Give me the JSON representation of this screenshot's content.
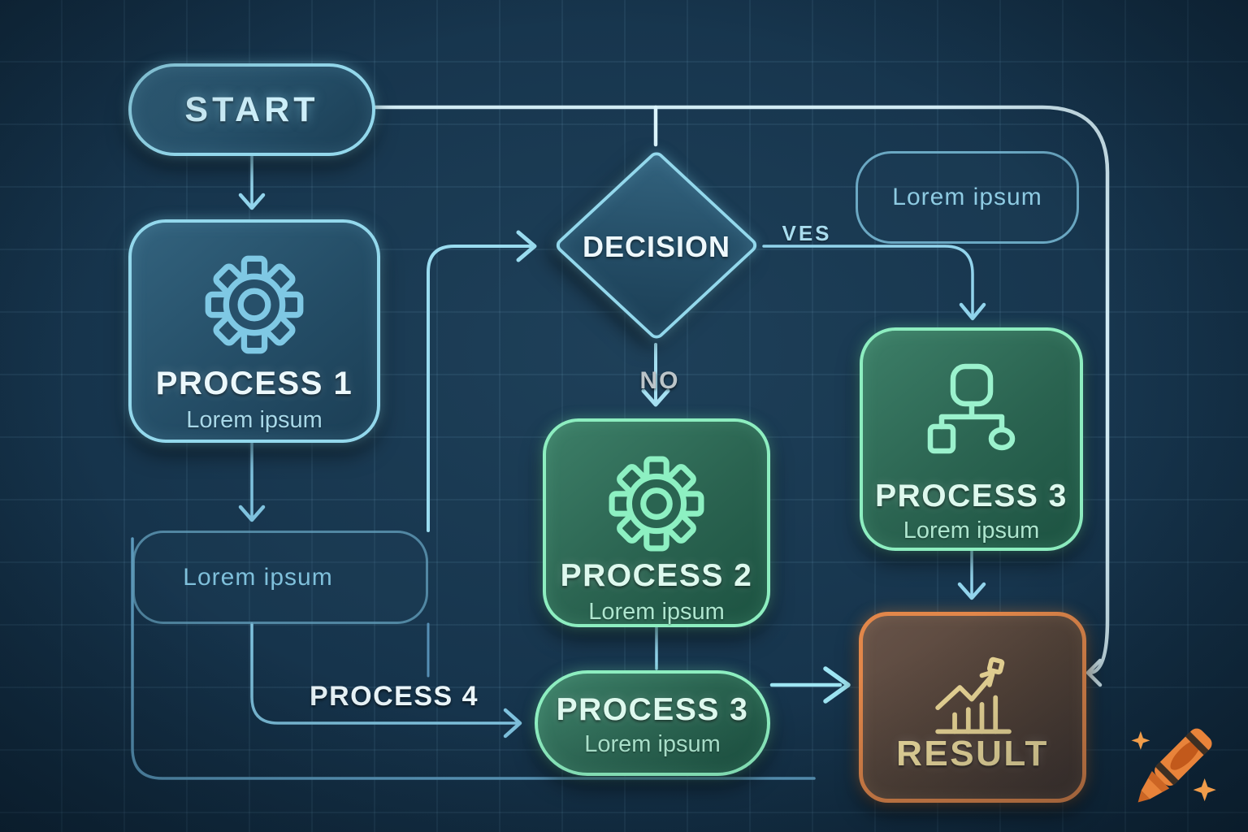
{
  "diagram": {
    "style": "dark blueprint flowchart",
    "colors": {
      "background": "#16344c",
      "accent_blue": "#93d8ec",
      "accent_green": "#8deec0",
      "accent_orange": "#e2874a",
      "connector": "#92d4ec",
      "connector_bright": "#dbf4fc",
      "result_text": "#f6e3a2"
    }
  },
  "nodes": {
    "start": {
      "label": "START"
    },
    "process1": {
      "title": "PROCESS 1",
      "subtitle": "Lorem ipsum",
      "icon": "gear-icon"
    },
    "decision": {
      "label": "DECISION"
    },
    "note_top_right": {
      "label": "Lorem ipsum"
    },
    "note_left": {
      "label": "Lorem ipsum"
    },
    "process2": {
      "title": "PROCESS 2",
      "subtitle": "Lorem ipsum",
      "icon": "gear-icon"
    },
    "process3_right": {
      "title": "PROCESS 3",
      "subtitle": "Lorem ipsum",
      "icon": "hierarchy-icon"
    },
    "process3_bottom": {
      "title": "PROCESS 3",
      "subtitle": "Lorem ipsum"
    },
    "result": {
      "title": "RESULT",
      "icon": "chart-icon"
    }
  },
  "edge_labels": {
    "yes": "VES",
    "no": "NO",
    "process4": "PROCESS 4"
  },
  "watermark": "crayon-icon"
}
